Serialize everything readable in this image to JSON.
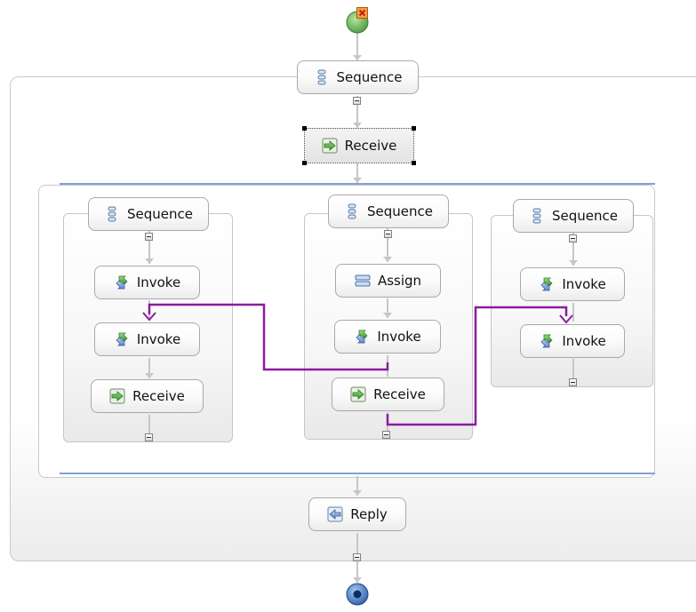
{
  "colors": {
    "connector": "#c6c6c6",
    "link": "#8a1c9e",
    "flow_bar": "#7da2d9",
    "node_border": "#a9a9a9"
  },
  "process": {
    "start": {
      "icon": "start-event-icon",
      "badge_icon": "error-marker-icon"
    },
    "end": {
      "icon": "end-event-icon"
    },
    "main_sequence": {
      "label": "Sequence",
      "icon": "sequence-icon"
    },
    "receive": {
      "label": "Receive",
      "icon": "receive-icon",
      "selected": true
    },
    "reply": {
      "label": "Reply",
      "icon": "reply-icon"
    },
    "flow": {
      "lanes": [
        {
          "label": "Sequence",
          "icon": "sequence-icon",
          "activities": [
            {
              "label": "Invoke",
              "icon": "invoke-icon"
            },
            {
              "label": "Invoke",
              "icon": "invoke-icon"
            },
            {
              "label": "Receive",
              "icon": "receive-icon"
            }
          ]
        },
        {
          "label": "Sequence",
          "icon": "sequence-icon",
          "activities": [
            {
              "label": "Assign",
              "icon": "assign-icon"
            },
            {
              "label": "Invoke",
              "icon": "invoke-icon"
            },
            {
              "label": "Receive",
              "icon": "receive-icon"
            }
          ]
        },
        {
          "label": "Sequence",
          "icon": "sequence-icon",
          "activities": [
            {
              "label": "Invoke",
              "icon": "invoke-icon"
            },
            {
              "label": "Invoke",
              "icon": "invoke-icon"
            }
          ]
        }
      ]
    }
  }
}
